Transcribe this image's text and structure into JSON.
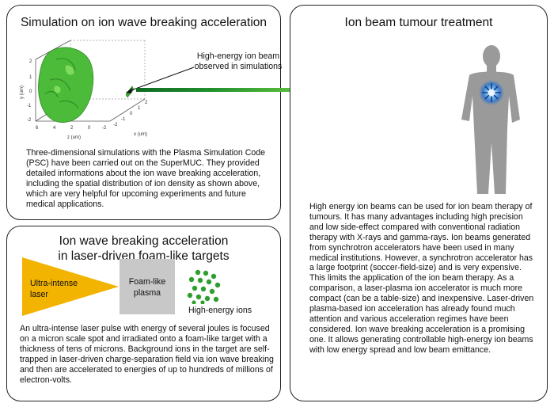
{
  "simulation_panel": {
    "title": "Simulation on ion wave breaking acceleration",
    "annotation": "High-energy ion beam observed in simulations",
    "text": "Three-dimensional simulations with the Plasma Simulation Code (PSC) have been carried out on the SuperMUC. They provided detailed informations about the ion wave breaking acceleration, including the spatial distribution of ion density as shown above, which are very helpful for upcoming experiments and future medical applications.",
    "plot": {
      "axis_y_label": "y (um)",
      "axis_z_label": "z (um)",
      "axis_x_label": "x (um)",
      "y_ticks": [
        "2",
        "1",
        "0",
        "-1",
        "-2"
      ],
      "z_ticks": [
        "6",
        "4",
        "2",
        "0",
        "-2"
      ],
      "x_ticks": [
        "-2",
        "-1",
        "0",
        "1",
        "2"
      ]
    }
  },
  "wave_panel": {
    "title_line1": "Ion wave breaking acceleration",
    "title_line2": "in laser-driven foam-like targets",
    "laser_label": "Ultra-intense laser",
    "foam_label": "Foam-like plasma",
    "ions_label": "High-energy ions",
    "text": "An ultra-intense laser pulse with energy of several joules is focused on a micron scale spot and irradiated onto a foam-like target with a thickness of tens of microns. Background ions in the target are self-trapped in laser-driven charge-separation field via ion wave breaking and then are accelerated to energies of up to hundreds of millions of electron-volts."
  },
  "tumor_panel": {
    "title": "Ion beam tumour treatment",
    "text": "High energy ion beams can be used for ion beam therapy of tumours. It has many advantages including high precision and low side-effect compared with conventional radiation therapy with X-rays and gamma-rays. Ion beams generated from synchrotron accelerators have been used in many medical institutions. However, a synchrotron accelerator has a large footprint (soccer-field-size) and is very expensive. This limits the application of the ion beam therapy. As a comparison, a laser-plasma ion accelerator is much more compact (can be a table-size) and inexpensive. Laser-driven plasma-based ion acceleration has already found much attention and various acceleration regimes have been considered. Ion wave breaking acceleration is a promising one. It allows generating controllable high-energy ion beams with low energy spread and low beam emittance."
  },
  "colors": {
    "laser": "#f2b400",
    "foam": "#c8c8c8",
    "ions": "#2f9e2f",
    "simulation": "#5fc94a",
    "beam_dark": "#0f6b22",
    "beam_glow": "#3aa0ff",
    "silhouette": "#9a9a9a"
  }
}
